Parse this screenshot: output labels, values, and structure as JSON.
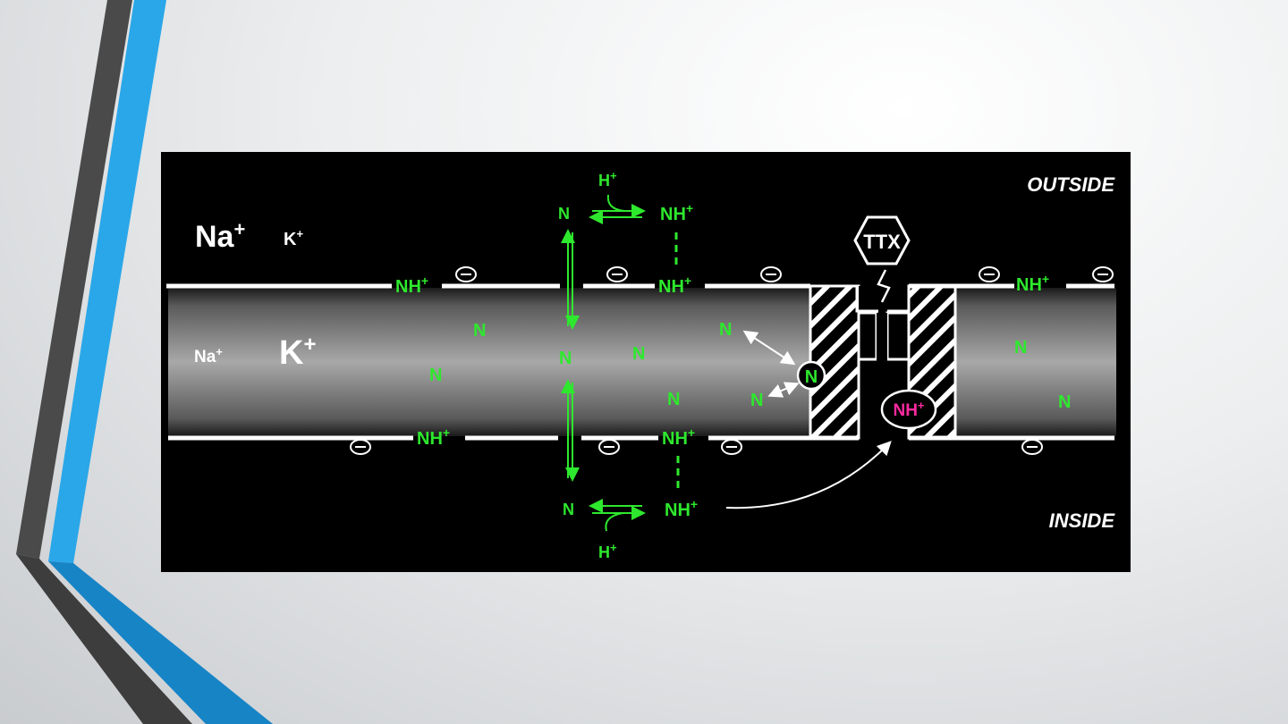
{
  "diagram": {
    "outside_label": "OUTSIDE",
    "inside_label": "INSIDE",
    "ttx_label": "TTX",
    "ion_na_large": "Na",
    "ion_k_small": "K",
    "ion_na_small": "Na",
    "ion_k_large": "K",
    "plus": "+",
    "amine": "N",
    "protonated": "NH",
    "proton": "H",
    "blocker": "NH"
  },
  "colors": {
    "drug": "#2ee82e",
    "blocker": "#ff2aa0",
    "accent_blue": "#2aa7e8",
    "stripe_dark": "#4a4a4a"
  }
}
